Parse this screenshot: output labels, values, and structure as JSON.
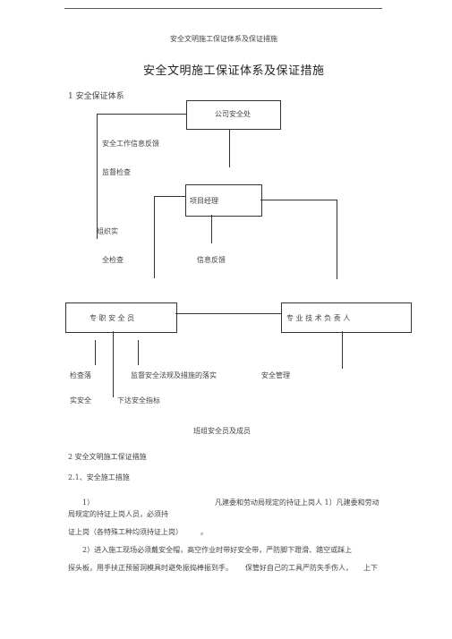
{
  "header": {
    "running_title": "安全文明施工保证体系及保证措施"
  },
  "doc": {
    "main_title": "安全文明施工保证体系及保证措施",
    "section1": "1 安全保证体系",
    "chart": {
      "company_box": "公司安全处",
      "left_text_1": "安全工作信息反馈",
      "left_text_2": "监督检查",
      "pm_box": "项目经理",
      "organize": "组织实",
      "full_check": "全检查",
      "info_feedback": "信息反馈",
      "safety_officer_box": "专 职 安 全 员",
      "tech_lead_box": "专 业 技 术 负 责 人",
      "check_fall": "检查落",
      "supervise_laws": "监督安全法规及措施的落实",
      "safety_mgmt": "安全管理",
      "real_safety": "实安全",
      "issue_targets": "下达安全指标",
      "team_members": "班组安全员及成员"
    },
    "section2": "2 安全文明施工保证措施",
    "section21": "2.1、安全施工措施",
    "para1_num": "1）",
    "para1_a": "凡建委和劳动局规定的持证上岗人  1）凡建委和劳动",
    "para1_b": "局规定的持证上岗人员，必须持",
    "para1_c": "证上岗（各特殊工种均须持证上岗）",
    "para1_c_end": "。",
    "para2_a": "2）进入施工现场必须戴安全帽，高空作业时带好安全带，严防脚下蹬滑、踏空或踩上",
    "para2_b_1": "探头板，用手扶正预留洞模具时避免振捣棒振到手。",
    "para2_b_2": "保管好自己的工具严防失手伤人，",
    "para2_b_3": "上下"
  }
}
